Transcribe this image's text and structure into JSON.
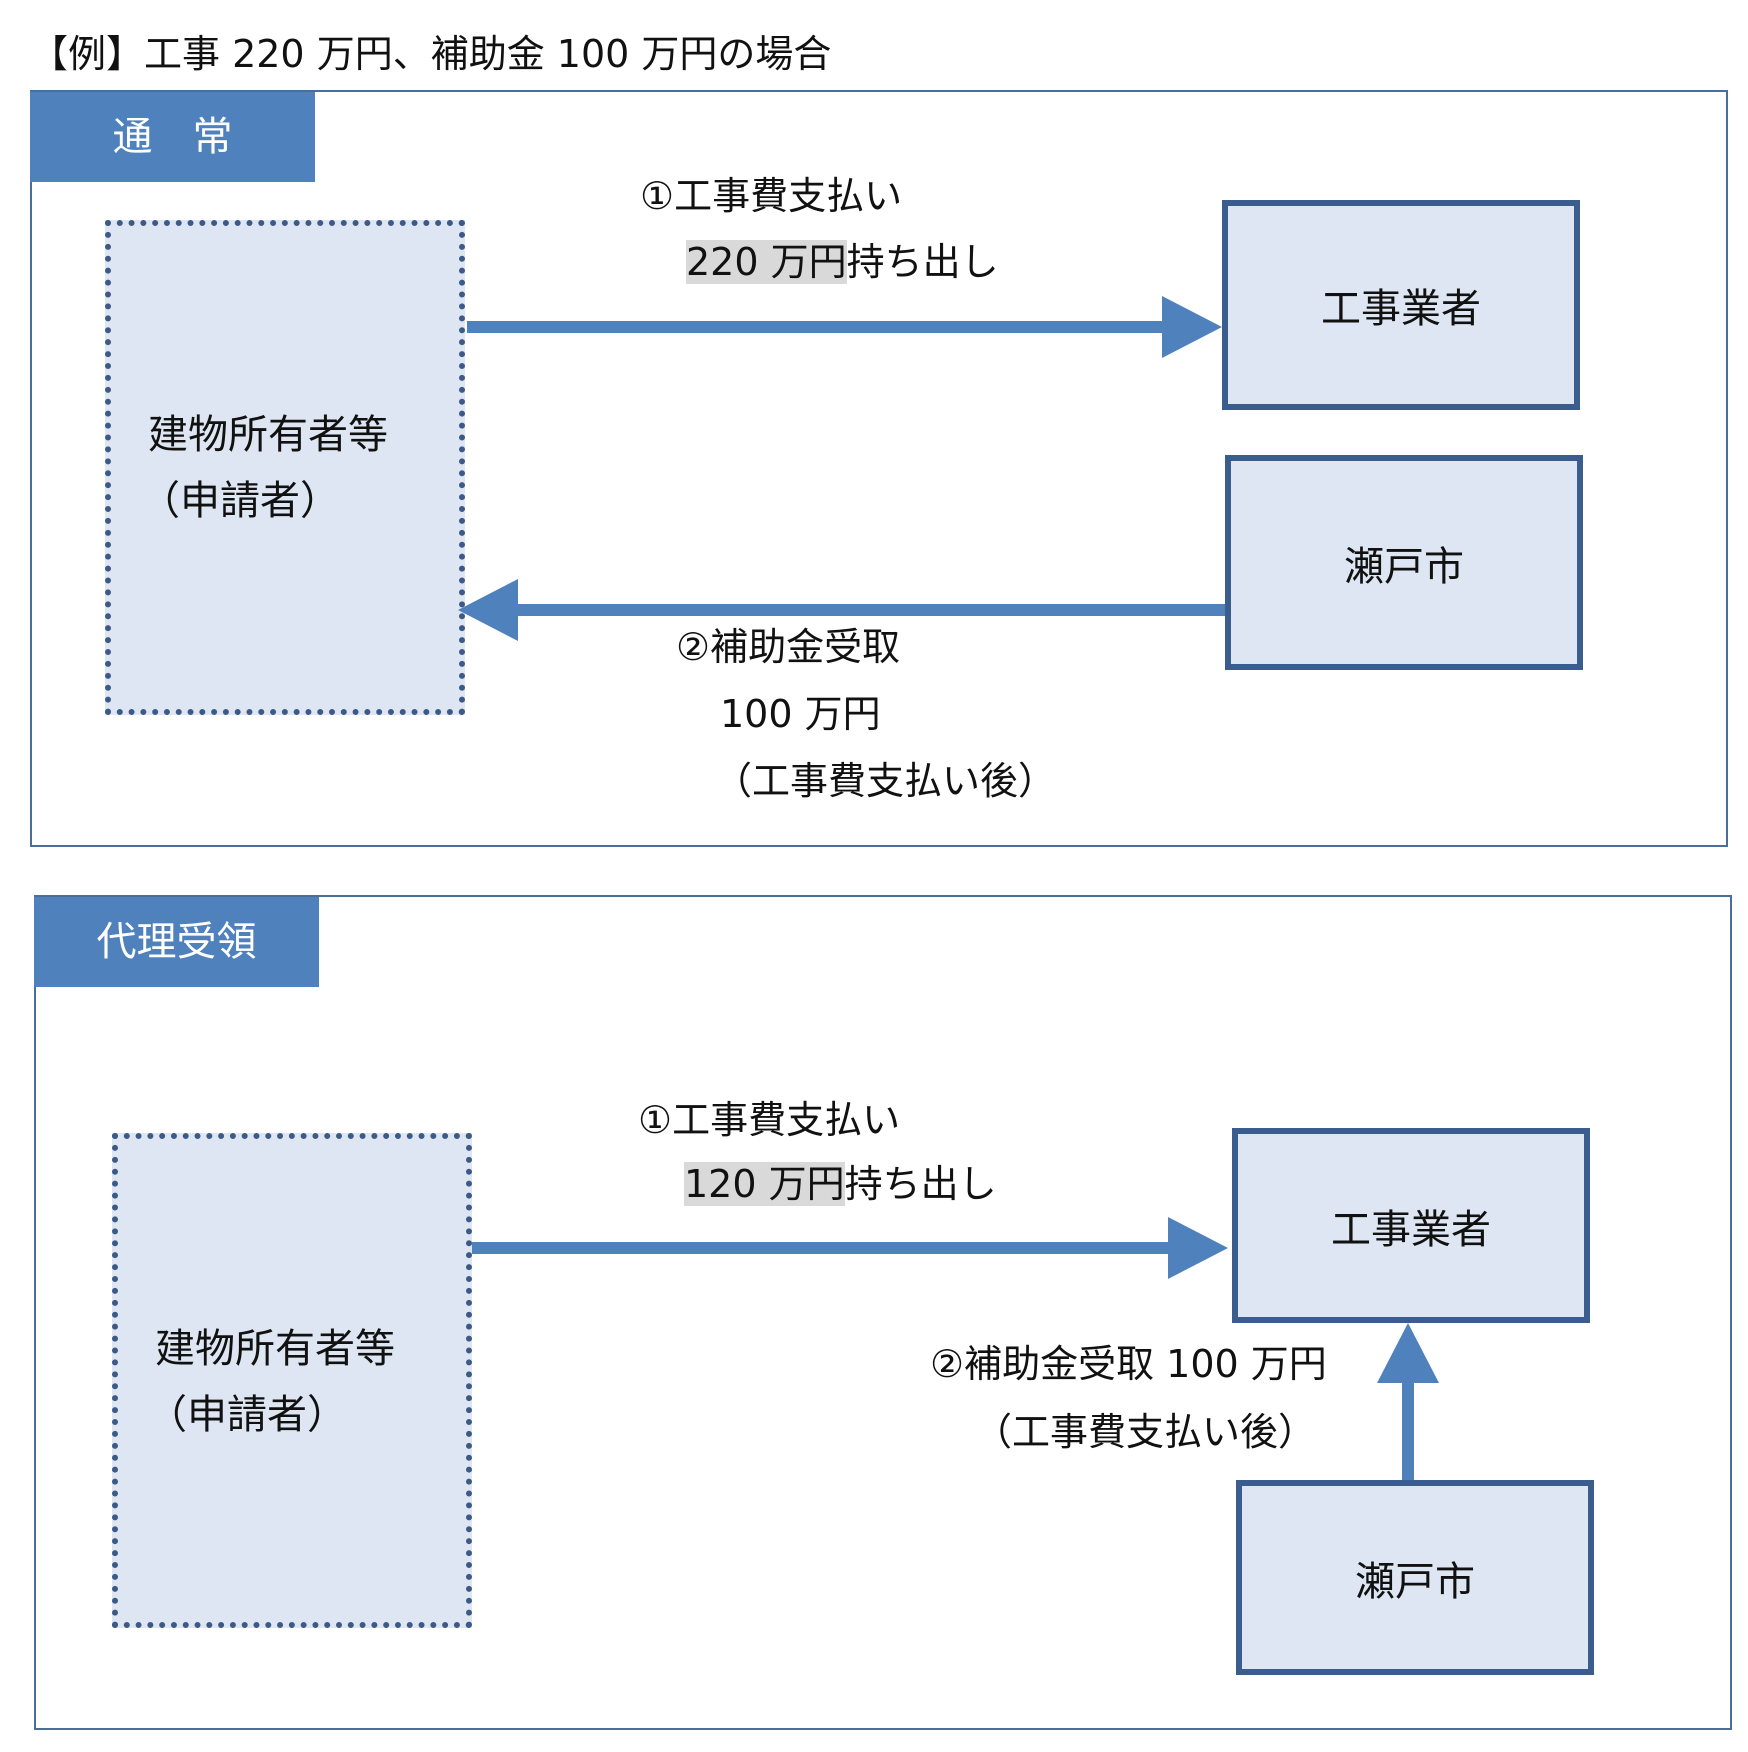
{
  "heading": "【例】工事 220 万円、補助金 100 万円の場合",
  "normal": {
    "tab_label": "通　常",
    "owner_line1": "建物所有者等",
    "owner_line2": "（申請者）",
    "contractor": "工事業者",
    "city": "瀬戸市",
    "payment_title": "①工事費支払い",
    "payment_amount": "220 万円",
    "payment_suffix": "持ち出し",
    "subsidy_title": "②補助金受取",
    "subsidy_amount": "100 万円",
    "subsidy_note": "（工事費支払い後）"
  },
  "proxy": {
    "tab_label": "代理受領",
    "owner_line1": "建物所有者等",
    "owner_line2": "（申請者）",
    "contractor": "工事業者",
    "city": "瀬戸市",
    "payment_title": "①工事費支払い",
    "payment_amount": "120 万円",
    "payment_suffix": "持ち出し",
    "subsidy_title": "②補助金受取 100 万円",
    "subsidy_note": "（工事費支払い後）"
  },
  "colors": {
    "tab": "#4f81bd",
    "arrow": "#4f81bd",
    "box_fill": "#dde6f2",
    "box_border": "#3b5d8d",
    "highlight": "#d9d9d9"
  }
}
